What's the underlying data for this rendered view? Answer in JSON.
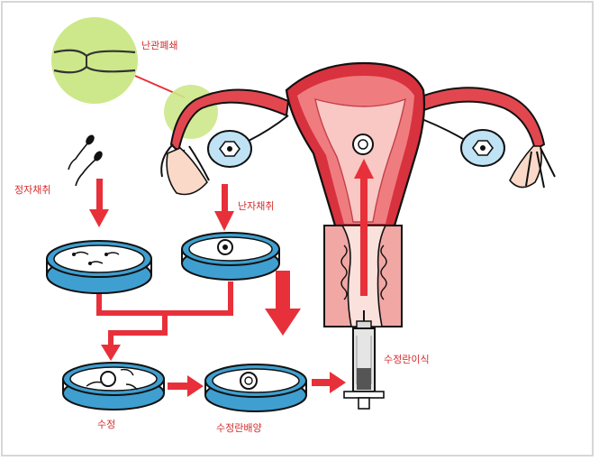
{
  "labels": {
    "tubal_blockage": "난관폐쇄",
    "sperm_collection": "정자채취",
    "egg_collection": "난자채취",
    "fertilization": "수정",
    "embryo_culture": "수정란배양",
    "embryo_transfer": "수정란이식"
  },
  "colors": {
    "arrow": "#e8303a",
    "uterus_dark": "#d8323e",
    "uterus_mid": "#ef7d80",
    "uterus_light": "#f9c7c4",
    "dish_fill": "#3f9fd0",
    "highlight_circle": "#cde88a"
  }
}
